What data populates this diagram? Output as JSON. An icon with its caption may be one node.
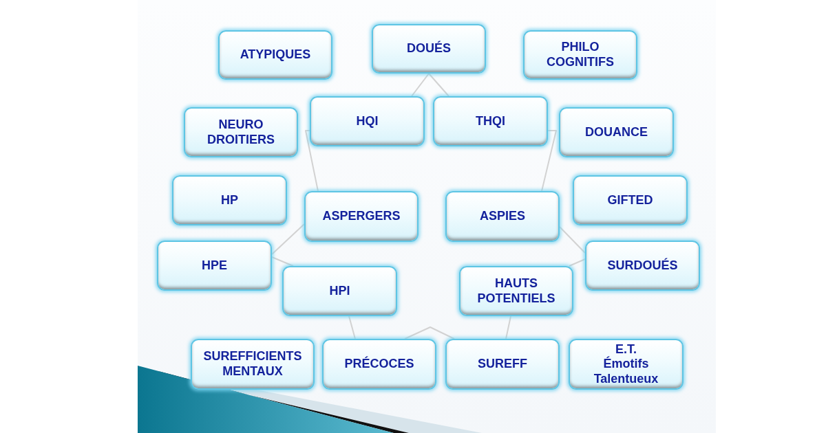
{
  "diagram": {
    "nodes": [
      {
        "text": [
          "ATYPIQUES"
        ]
      },
      {
        "text": [
          "DOUÉS"
        ]
      },
      {
        "text": [
          "PHILO COGNITIFS"
        ]
      },
      {
        "text": [
          "NEURO DROITIERS"
        ]
      },
      {
        "text": [
          "HQI"
        ]
      },
      {
        "text": [
          "THQI"
        ]
      },
      {
        "text": [
          "DOUANCE"
        ]
      },
      {
        "text": [
          "HP"
        ]
      },
      {
        "text": [
          "ASPERGERS"
        ]
      },
      {
        "text": [
          "ASPIES"
        ]
      },
      {
        "text": [
          "GIFTED"
        ]
      },
      {
        "text": [
          "HPE"
        ]
      },
      {
        "text": [
          "HPI"
        ]
      },
      {
        "text": [
          "HAUTS POTENTIELS"
        ]
      },
      {
        "text": [
          "SURDOUÉS"
        ]
      },
      {
        "text": [
          "SUREFFICIENTS MENTAUX"
        ]
      },
      {
        "text": [
          "PRÉCOCES"
        ]
      },
      {
        "text": [
          "SUREFF"
        ]
      },
      {
        "text": [
          "E.T. Émotifs Talentueux"
        ]
      }
    ],
    "edges": [
      {
        "from": 1,
        "to": 4,
        "arrow": "none"
      },
      {
        "from": 4,
        "to": 8,
        "arrow": "none"
      },
      {
        "from": 8,
        "to": 11,
        "arrow": "none"
      },
      {
        "from": 11,
        "to": 12,
        "arrow": "none"
      },
      {
        "from": 12,
        "to": 16,
        "arrow": "none"
      },
      {
        "from": 16,
        "to": 17,
        "arrow": "none"
      },
      {
        "from": 17,
        "to": 13,
        "arrow": "none"
      },
      {
        "from": 13,
        "to": 14,
        "arrow": "none"
      },
      {
        "from": 14,
        "to": 9,
        "arrow": "none"
      },
      {
        "from": 9,
        "to": 5,
        "arrow": "none"
      },
      {
        "from": 5,
        "to": 1,
        "arrow": "none"
      }
    ]
  }
}
